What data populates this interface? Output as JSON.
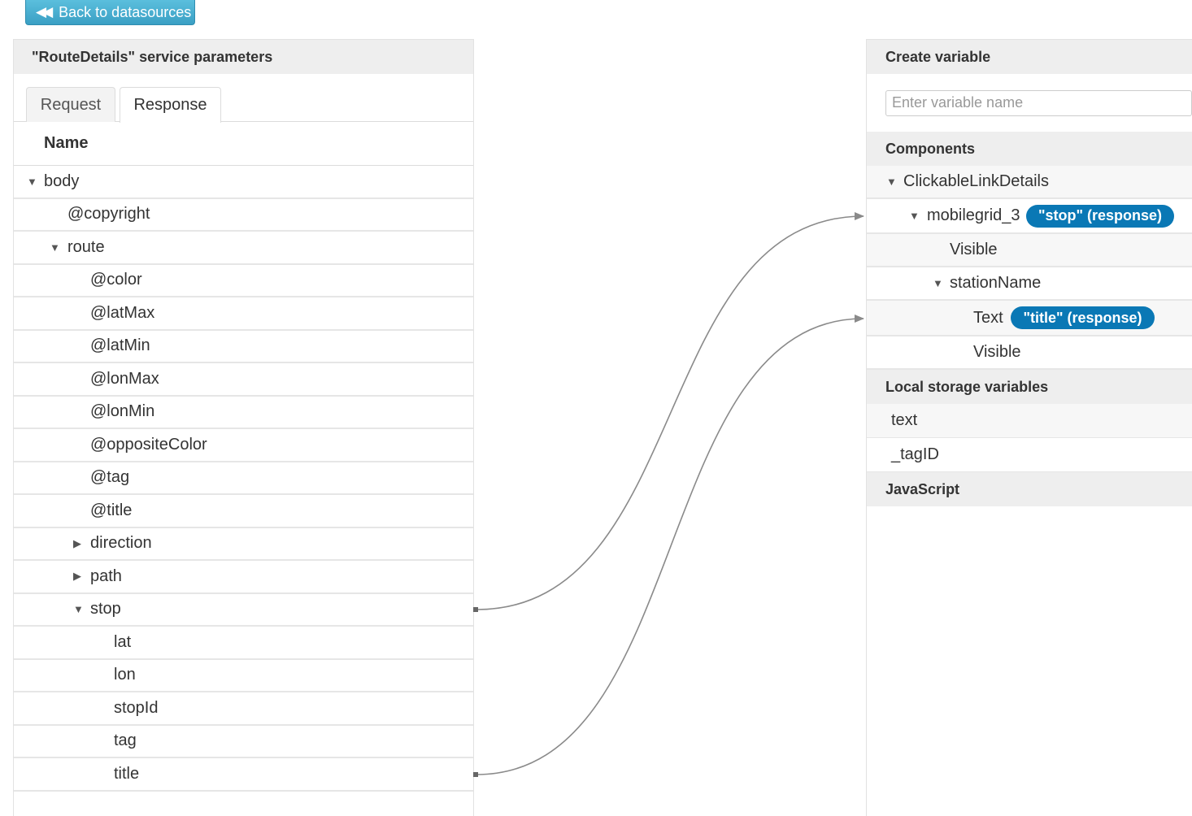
{
  "back_button": {
    "label": "Back to datasources"
  },
  "left_panel": {
    "title": "\"RouteDetails\" service parameters",
    "tabs": [
      {
        "label": "Request"
      },
      {
        "label": "Response"
      }
    ],
    "column_header": "Name",
    "tree": [
      {
        "label": "body",
        "toggle": "▼"
      },
      {
        "label": "@copyright"
      },
      {
        "label": "route",
        "toggle": "▼"
      },
      {
        "label": "@color"
      },
      {
        "label": "@latMax"
      },
      {
        "label": "@latMin"
      },
      {
        "label": "@lonMax"
      },
      {
        "label": "@lonMin"
      },
      {
        "label": "@oppositeColor"
      },
      {
        "label": "@tag"
      },
      {
        "label": "@title"
      },
      {
        "label": "direction",
        "toggle": "▶"
      },
      {
        "label": "path",
        "toggle": "▶"
      },
      {
        "label": "stop",
        "toggle": "▼"
      },
      {
        "label": "lat"
      },
      {
        "label": "lon"
      },
      {
        "label": "stopId"
      },
      {
        "label": "tag"
      },
      {
        "label": "title"
      }
    ]
  },
  "right_panel": {
    "create_variable": {
      "title": "Create variable",
      "placeholder": "Enter variable name"
    },
    "components": {
      "title": "Components",
      "rows": [
        {
          "label": "ClickableLinkDetails",
          "toggle": "▼"
        },
        {
          "label": "mobilegrid_3",
          "toggle": "▼",
          "binding": "\"stop\" (response)"
        },
        {
          "label": "Visible"
        },
        {
          "label": "stationName",
          "toggle": "▼"
        },
        {
          "label": "Text",
          "binding": "\"title\" (response)"
        },
        {
          "label": "Visible"
        }
      ]
    },
    "local_storage": {
      "title": "Local storage variables",
      "items": [
        "text",
        "_tagID"
      ]
    },
    "javascript": {
      "title": "JavaScript"
    }
  },
  "colors": {
    "accent": "#0a78b5",
    "button": "#4aafd3",
    "header_bg": "#eeeeee",
    "link_line": "#8a8a8a"
  }
}
